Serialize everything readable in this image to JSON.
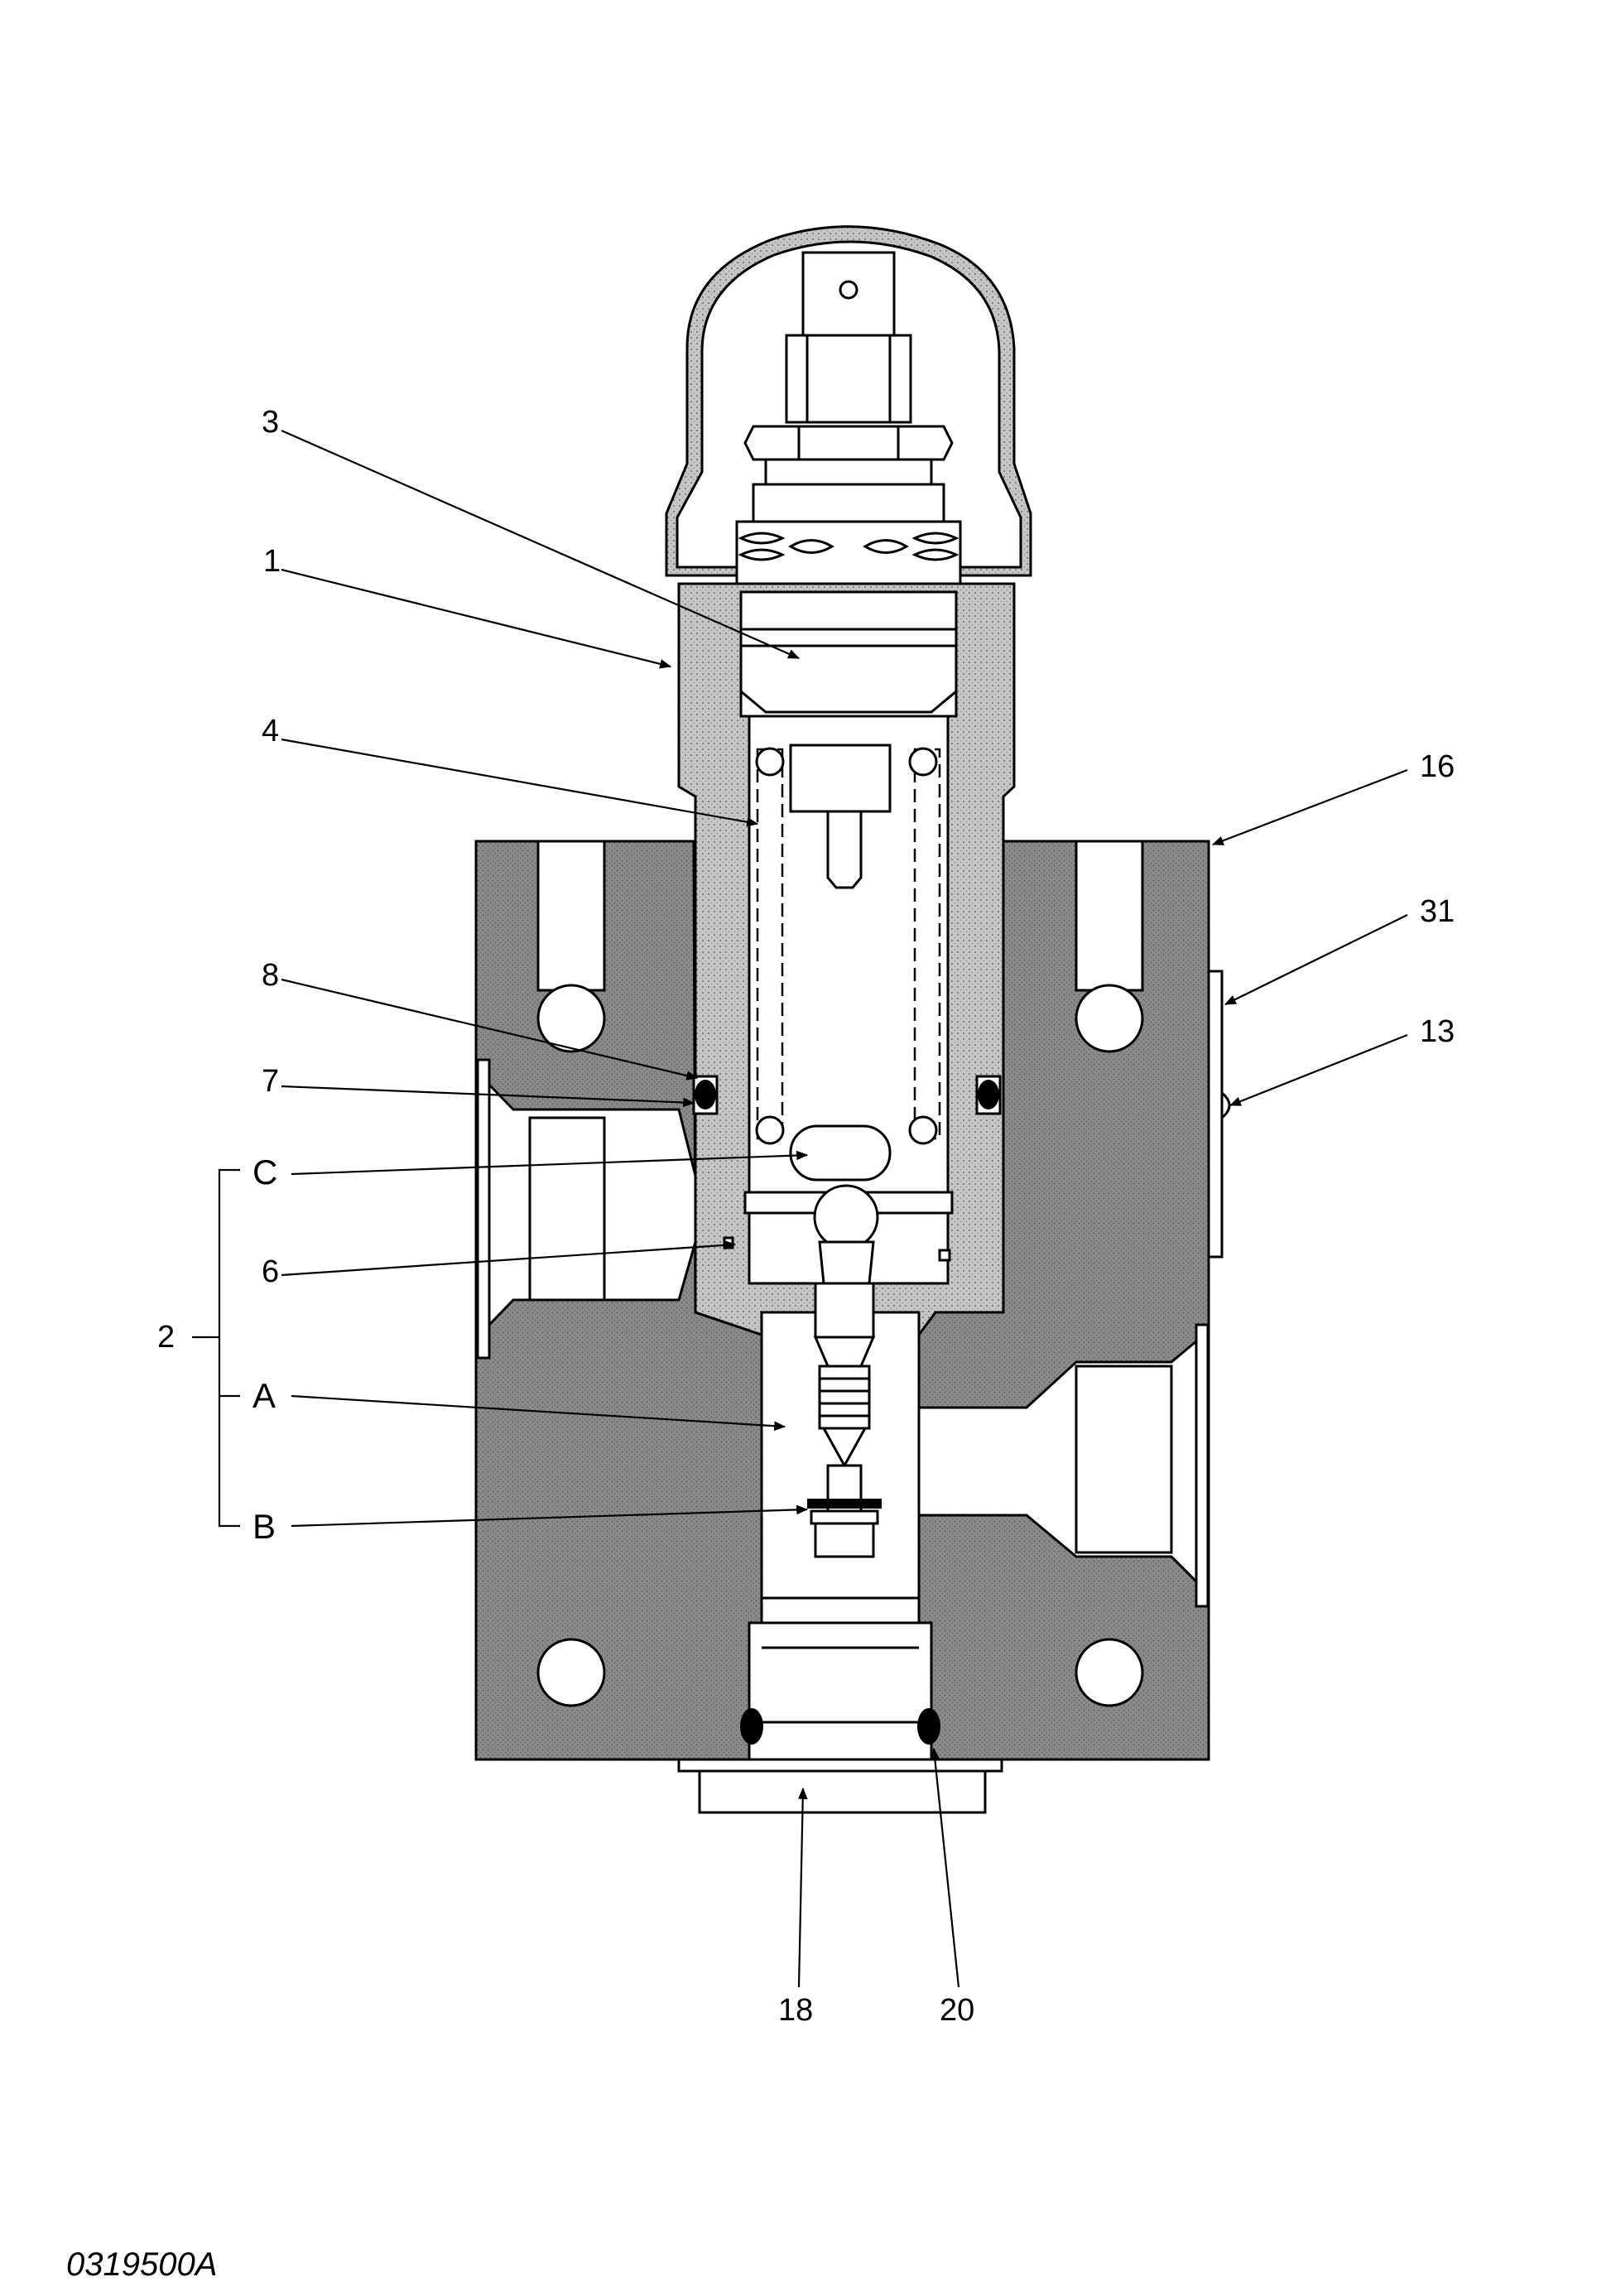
{
  "callouts": [
    {
      "id": "c3",
      "text": "3"
    },
    {
      "id": "c1",
      "text": "1"
    },
    {
      "id": "c4",
      "text": "4"
    },
    {
      "id": "c16",
      "text": "16"
    },
    {
      "id": "c31",
      "text": "31"
    },
    {
      "id": "c13",
      "text": "13"
    },
    {
      "id": "c8",
      "text": "8"
    },
    {
      "id": "c7",
      "text": "7"
    },
    {
      "id": "cC",
      "text": "C"
    },
    {
      "id": "c6",
      "text": "6"
    },
    {
      "id": "c2",
      "text": "2"
    },
    {
      "id": "cA",
      "text": "A"
    },
    {
      "id": "cB",
      "text": "B"
    },
    {
      "id": "c18",
      "text": "18"
    },
    {
      "id": "c20",
      "text": "20"
    }
  ],
  "drawing_code": "0319500A",
  "colors": {
    "section_fill": "#bdbdbd",
    "body_fill": "#8f8f8f",
    "outline": "#000000",
    "background": "#ffffff"
  }
}
